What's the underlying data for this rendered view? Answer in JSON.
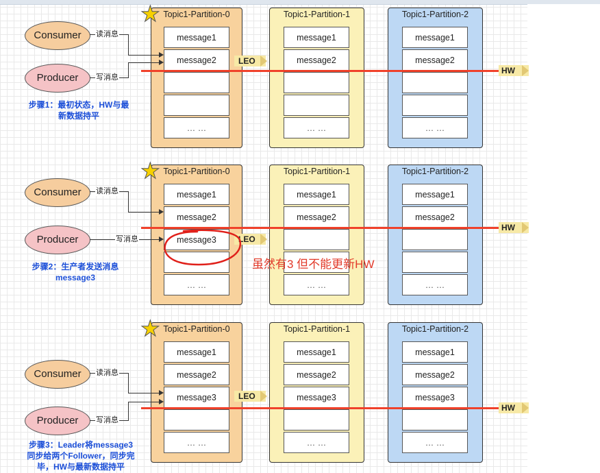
{
  "panels": [
    {
      "partitions": [
        {
          "title": "Topic1-Partition-0",
          "cells": [
            "message1",
            "message2",
            "",
            "",
            "… …"
          ]
        },
        {
          "title": "Topic1-Partition-1",
          "cells": [
            "message1",
            "message2",
            "",
            "",
            "… …"
          ]
        },
        {
          "title": "Topic1-Partition-2",
          "cells": [
            "message1",
            "message2",
            "",
            "",
            "… …"
          ]
        }
      ],
      "consumer": "Consumer",
      "producer": "Producer",
      "read_label": "读消息",
      "write_label": "写消息",
      "leo": "LEO",
      "hw": "HW",
      "step_lines": [
        "步骤1：最初状态，HW与最",
        "新数据持平"
      ]
    },
    {
      "partitions": [
        {
          "title": "Topic1-Partition-0",
          "cells": [
            "message1",
            "message2",
            "message3",
            "",
            "… …"
          ]
        },
        {
          "title": "Topic1-Partition-1",
          "cells": [
            "message1",
            "message2",
            "",
            "",
            "… …"
          ]
        },
        {
          "title": "Topic1-Partition-2",
          "cells": [
            "message1",
            "message2",
            "",
            "",
            "… …"
          ]
        }
      ],
      "consumer": "Consumer",
      "producer": "Producer",
      "read_label": "读消息",
      "write_label": "写消息",
      "leo": "LEO",
      "hw": "HW",
      "step_lines": [
        "步骤2：生产者发送消息",
        "message3"
      ]
    },
    {
      "partitions": [
        {
          "title": "Topic1-Partition-0",
          "cells": [
            "message1",
            "message2",
            "message3",
            "",
            "… …"
          ]
        },
        {
          "title": "Topic1-Partition-1",
          "cells": [
            "message1",
            "message2",
            "message3",
            "",
            "… …"
          ]
        },
        {
          "title": "Topic1-Partition-2",
          "cells": [
            "message1",
            "message2",
            "message3",
            "",
            "… …"
          ]
        }
      ],
      "consumer": "Consumer",
      "producer": "Producer",
      "read_label": "读消息",
      "write_label": "写消息",
      "leo": "LEO",
      "hw": "HW",
      "step_lines": [
        "步骤3：Leader将message3",
        "同步给两个Follower，同步完",
        "毕，HW与最新数据持平"
      ]
    }
  ],
  "annotation": "虽然有3 但不能更新HW",
  "colors": {
    "leader_partition": "#f8d29d",
    "follower1_partition": "#fbf1b8",
    "follower2_partition": "#bdd8f4",
    "consumer": "#f6cd9e",
    "producer": "#f5c3c6",
    "hw_line": "#f0412a",
    "step_text": "#1c4fd8",
    "annotation": "#e23a2a"
  },
  "icons": {
    "leader_marker": "star-icon"
  }
}
